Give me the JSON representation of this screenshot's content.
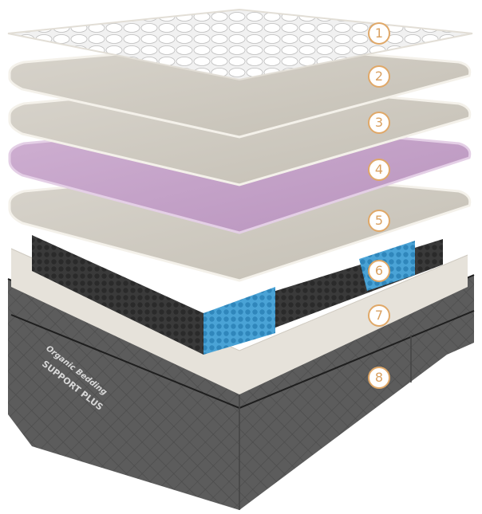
{
  "diagram": {
    "subject": "mattress-layers-exploded-view",
    "layers": [
      {
        "number": "1",
        "type": "quilted-cover",
        "color": "#e9e9e9"
      },
      {
        "number": "2",
        "type": "foam-layer",
        "color": "#cfcac0"
      },
      {
        "number": "3",
        "type": "foam-layer",
        "color": "#cfcac0"
      },
      {
        "number": "4",
        "type": "foam-layer",
        "color": "#c6a6c8"
      },
      {
        "number": "5",
        "type": "foam-layer",
        "color": "#d3cec5"
      },
      {
        "number": "6",
        "type": "pocket-coil-layer",
        "color": "#3a3a3a",
        "accent": "#4aa3d6"
      },
      {
        "number": "7",
        "type": "foam-encasement",
        "color": "#e6e2da"
      },
      {
        "number": "8",
        "type": "quilted-base-cover",
        "color": "#5a5a5a"
      }
    ],
    "brand": {
      "line1": "Organic Bedding",
      "line2": "SUPPORT PLUS"
    },
    "badge_color": "#e0a868"
  }
}
